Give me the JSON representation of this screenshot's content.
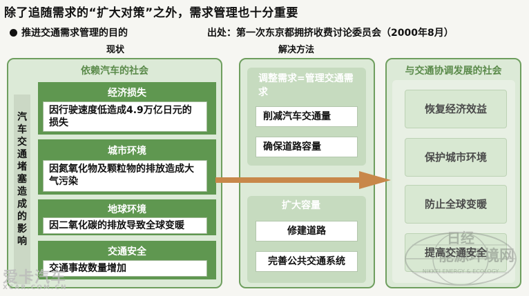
{
  "header": {
    "title": "除了追随需求的“扩大对策”之外，需求管理也十分重要",
    "purpose": "推进交通需求管理的目的",
    "source": "出处：第一次东京都拥挤收费讨论委员会（2000年8月）"
  },
  "columns": {
    "left": "现状",
    "middle": "解决方法"
  },
  "left_panel": {
    "title": "依赖汽车的社会",
    "vertical_label": "汽车交通堵塞造成的影响",
    "categories": [
      {
        "title": "经济损失",
        "text": "因行驶速度低造成4.9万亿日元的损失"
      },
      {
        "title": "城市环境",
        "text": "因氮氧化物及颗粒物的排放造成大气污染"
      },
      {
        "title": "地球环境",
        "text": "因二氧化碳的排放导致全球变暖"
      },
      {
        "title": "交通安全",
        "text": "交通事故数量增加"
      }
    ]
  },
  "middle_panel": {
    "groups": [
      {
        "title": "调整需求=管理交通需求",
        "items": [
          "削减汽车交通量",
          "确保道路容量"
        ]
      },
      {
        "title": "扩大容量",
        "items": [
          "修建道路",
          "完善公共交通系统"
        ]
      }
    ]
  },
  "right_panel": {
    "title": "与交通协调发展的社会",
    "items": [
      "恢复经济效益",
      "保护城市环境",
      "防止全球变暖",
      "提高交通安全"
    ]
  },
  "watermarks": {
    "left": "爱卡汽车",
    "left_url": "XCAR.COM.CN",
    "right_top": "日经",
    "right_main": "能源环境网",
    "right_sub": "NIKKEI ENERGY & ECOLOGY"
  },
  "colors": {
    "panel_border": "#6e9e5e",
    "category_green": "#5f9750",
    "arrow": "#c8874a"
  }
}
